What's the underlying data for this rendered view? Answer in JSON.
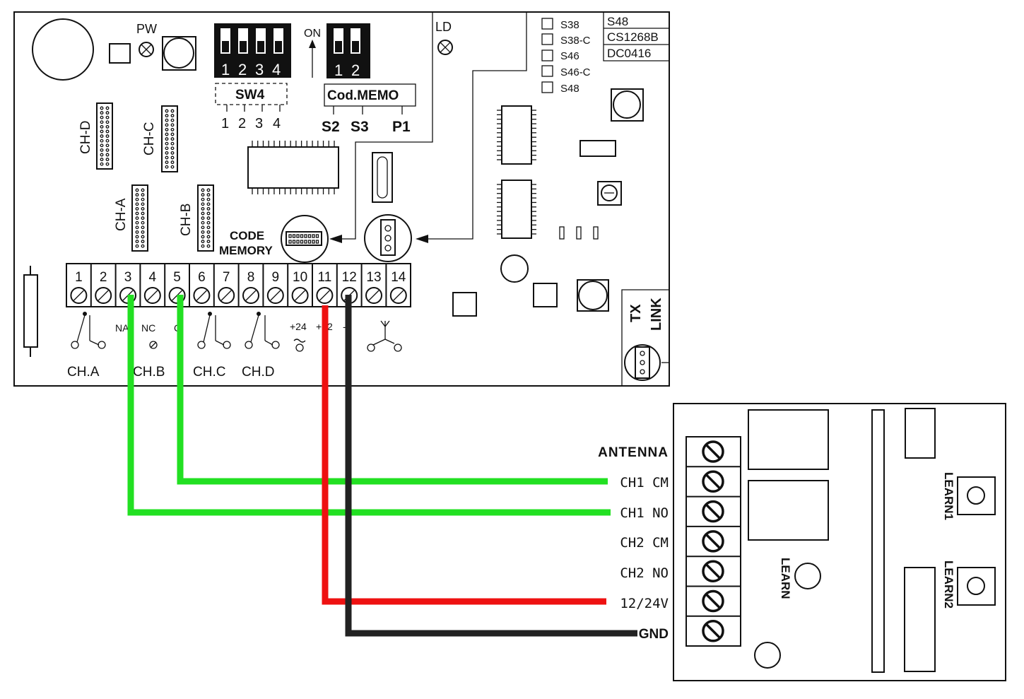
{
  "main_board": {
    "pw_label": "PW",
    "ld_label": "LD",
    "sw4": {
      "label": "SW4",
      "numbers": [
        "1",
        "2",
        "3",
        "4"
      ],
      "bottom_numbers": [
        "1",
        "2",
        "3",
        "4"
      ]
    },
    "on_label": "ON",
    "codmemo": {
      "label": "Cod.MEMO",
      "numbers": [
        "1",
        "2"
      ],
      "pins": [
        "S2",
        "S3",
        "P1"
      ]
    },
    "model_checkboxes": [
      "S38",
      "S38-C",
      "S46",
      "S46-C",
      "S48"
    ],
    "model_box": [
      "S48",
      "CS1268B",
      "DC0416"
    ],
    "channel_slots": [
      "CH-D",
      "CH-C",
      "CH-A",
      "CH-B"
    ],
    "code_memory": [
      "CODE",
      "MEMORY"
    ],
    "terminals": [
      "1",
      "2",
      "3",
      "4",
      "5",
      "6",
      "7",
      "8",
      "9",
      "10",
      "11",
      "12",
      "13",
      "14"
    ],
    "terminal_marks": {
      "na": "NA",
      "nc": "NC",
      "c": "C",
      "p24": "+24",
      "p12": "+12",
      "minus": "-"
    },
    "channel_labels": [
      "CH.A",
      "CH.B",
      "CH.C",
      "CH.D"
    ],
    "tx_link": [
      "TX",
      "LINK"
    ]
  },
  "receiver": {
    "terminals": [
      "ANTENNA",
      "CH1 CM",
      "CH1 NO",
      "CH2 CM",
      "CH2 NO",
      "12/24V",
      "GND"
    ],
    "learn": "LEARN",
    "learn1": "LEARN1",
    "learn2": "LEARN2"
  },
  "colors": {
    "green_wire": "#22e022",
    "red_wire": "#ee1111",
    "black_wire": "#222222"
  }
}
